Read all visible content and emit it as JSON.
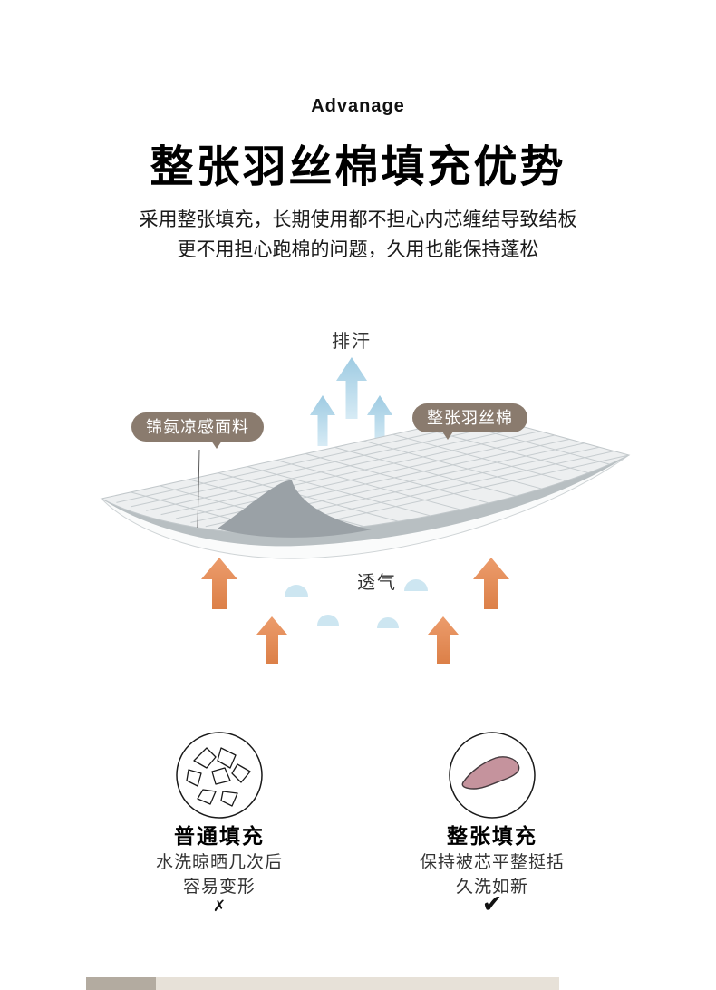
{
  "header": {
    "eyebrow": "Advanage",
    "title": "整张羽丝棉填充优势",
    "desc_line1": "采用整张填充，长期使用都不担心内芯缠结导致结板",
    "desc_line2": "更不用担心跑棉的问题，久用也能保持蓬松"
  },
  "diagram": {
    "sweat_label": "排汗",
    "breathe_label": "透气",
    "callout_left": "锦氨凉感面料",
    "callout_right": "整张羽丝棉",
    "colors": {
      "callout_bg": "#8a7b6e",
      "blue_arrow_top": "#9ecbe2",
      "blue_arrow_bottom": "#d7ebf5",
      "orange_arrow_top": "#ec9c6c",
      "orange_arrow_bottom": "#dc8048",
      "dome_blue": "#cde6f1",
      "quilt_surface": "#edeff0",
      "quilt_grid_line": "#c6cccf",
      "quilt_shadow": "#b8bfc2",
      "quilt_flap": "#9aa1a6",
      "sheet_pink": "#c5939d"
    }
  },
  "comparison": {
    "left": {
      "title": "普通填充",
      "line1": "水洗晾晒几次后",
      "line2": "容易变形",
      "mark": "✗"
    },
    "right": {
      "title": "整张填充",
      "line1": "保持被芯平整挺括",
      "line2": "久洗如新",
      "mark": "✔"
    }
  }
}
